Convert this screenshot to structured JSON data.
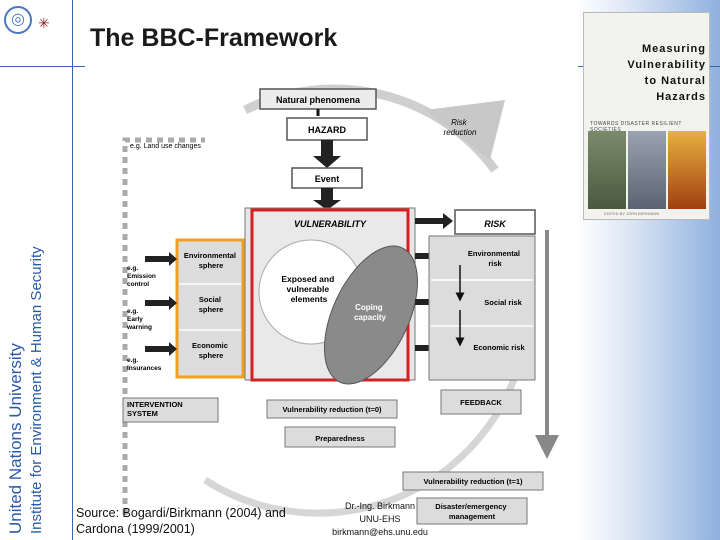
{
  "slide": {
    "title": "The BBC-Framework",
    "side_university": "United Nations University",
    "side_institute": "Institute for Environment & Human Security",
    "source_line1": "Source: Bogardi/Birkmann (2004) and",
    "source_line2": "Cardona (1999/2001)",
    "author_name": "Dr.-Ing. Birkmann",
    "author_org": "UNU-EHS",
    "author_email": "birkmann@ehs.unu.edu"
  },
  "book": {
    "title_lines": [
      "Measuring",
      "Vulnerability",
      "to Natural",
      "Hazards"
    ],
    "subtitle": "TOWARDS DISASTER RESILIENT SOCIETIES",
    "edited_by": "EDITED BY JÖRN BIRKMANN"
  },
  "diagram": {
    "natural_phenomena": "Natural phenomena",
    "hazard": "HAZARD",
    "land_use": "e.g.    Land use changes",
    "risk_reduction": [
      "Risk",
      "reduction"
    ],
    "event": "Event",
    "vulnerability": "VULNERABILITY",
    "risk": "RISK",
    "spheres": [
      [
        "Environmental",
        "sphere"
      ],
      [
        "Social",
        "sphere"
      ],
      [
        "Economic",
        "sphere"
      ]
    ],
    "interventions": [
      [
        "e.g.",
        "Emission",
        "control"
      ],
      [
        "e.g.",
        "Early",
        "warning"
      ],
      [
        "e.g.",
        "Insurances"
      ]
    ],
    "exposed": [
      "Exposed and",
      "vulnerable",
      "elements"
    ],
    "coping": [
      "Coping",
      "capacity"
    ],
    "risks": [
      [
        "Environmental",
        "risk"
      ],
      [
        "Social risk"
      ],
      [
        "Economic risk"
      ]
    ],
    "intervention_system": [
      "INTERVENTION",
      "SYSTEM"
    ],
    "vuln_reduction_t0": "Vulnerability reduction (t=0)",
    "preparedness": "Preparedness",
    "feedback": "FEEDBACK",
    "vuln_reduction_t1": "Vulnerability reduction (t=1)",
    "disaster_mgmt": [
      "Disaster/emergency",
      "management"
    ]
  },
  "colors": {
    "accent_blue": "#2c5aa8",
    "vulnerability_red": "#d42020",
    "sphere_orange": "#f0a020",
    "box_gray": "#cfcfcf"
  }
}
